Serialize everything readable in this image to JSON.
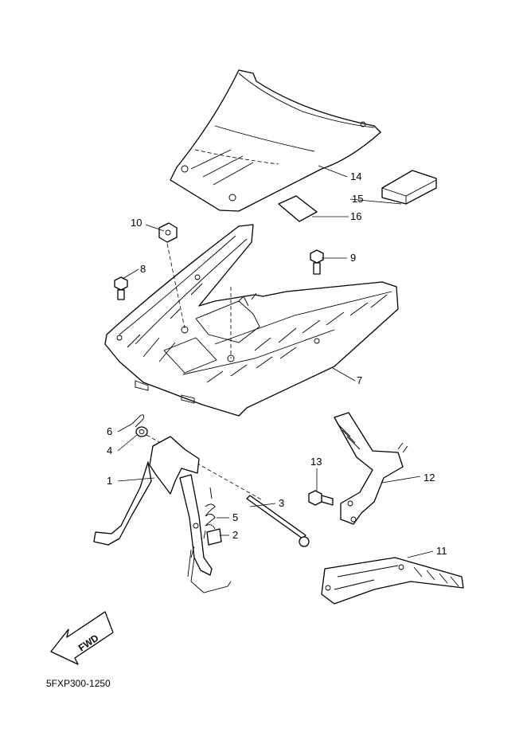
{
  "callouts": {
    "c1": "1",
    "c2": "2",
    "c3": "3",
    "c4": "4",
    "c5": "5",
    "c6": "6",
    "c7": "7",
    "c8": "8",
    "c9": "9",
    "c10": "10",
    "c11": "11",
    "c12": "12",
    "c13": "13",
    "c14": "14",
    "c15": "15",
    "c16": "16"
  },
  "fwd_label": "FWD",
  "ref_code": "5FXP300-1250"
}
